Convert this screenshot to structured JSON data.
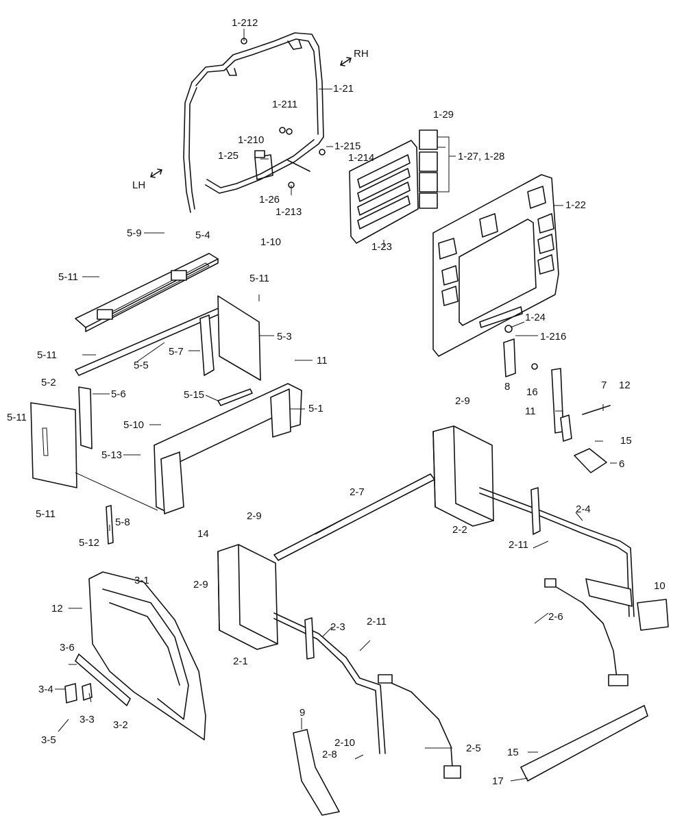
{
  "diagram": {
    "direction_labels": [
      "RH",
      "LH"
    ],
    "callouts": [
      "1-212",
      "1-21",
      "1-211",
      "1-210",
      "1-215",
      "1-25",
      "1-214",
      "1-26",
      "1-213",
      "1-10",
      "1-29",
      "1-27, 1-28",
      "1-23",
      "1-22",
      "1-24",
      "1-216",
      "5-9",
      "5-4",
      "5-11",
      "5-3",
      "5-7",
      "5-5",
      "5-6",
      "5-2",
      "5-15",
      "5-1",
      "5-10",
      "5-13",
      "5-8",
      "5-12",
      "11",
      "8",
      "16",
      "7",
      "12",
      "15",
      "6",
      "2-9",
      "2-7",
      "2-2",
      "2-4",
      "2-11",
      "2-6",
      "10",
      "2-1",
      "2-3",
      "2-5",
      "2-10",
      "2-8",
      "14",
      "3-1",
      "3-6",
      "3-4",
      "3-3",
      "3-5",
      "3-2",
      "9",
      "17"
    ]
  }
}
